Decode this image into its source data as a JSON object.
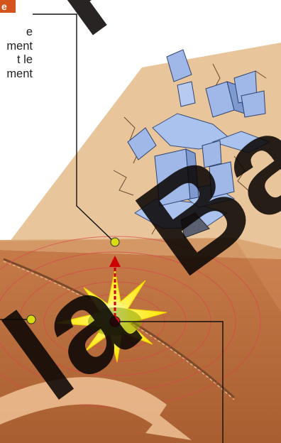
{
  "label_tag": "e",
  "callout_text": "e\nment\nt le\nment",
  "watermark": {
    "top": "Pla",
    "middle": "Ba",
    "bottom": "la"
  },
  "colors": {
    "surface": "#e8c39a",
    "crust": "#c8855a",
    "deep_crust": "#b06a3c",
    "building": "#9fb8e8",
    "epicenter": "#ffe800",
    "arrow": "#cc0000",
    "marker": "#d8dc10"
  }
}
